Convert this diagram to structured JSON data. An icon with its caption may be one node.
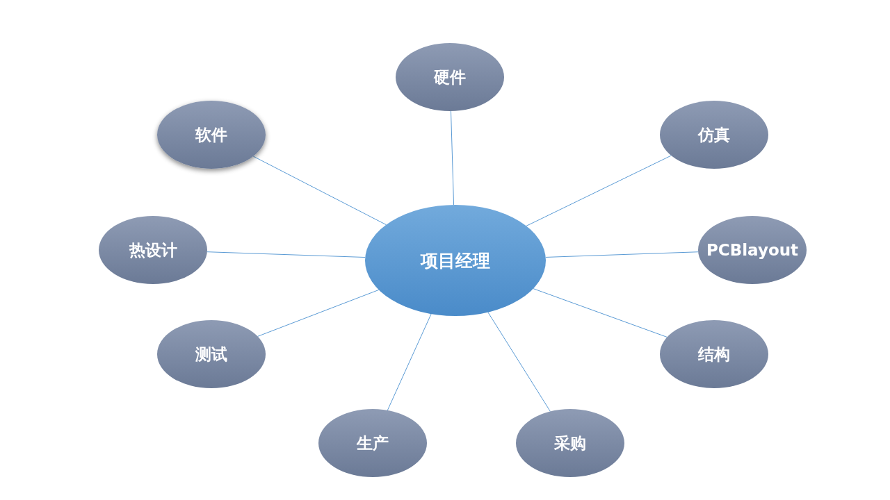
{
  "diagram": {
    "nodes": [
      {
        "text": [
          "项目经理"
        ]
      },
      {
        "text": [
          "硬件"
        ]
      },
      {
        "text": [
          "软件"
        ]
      },
      {
        "text": [
          "仿真"
        ]
      },
      {
        "text": [
          "热设计"
        ]
      },
      {
        "text": [
          "PCBlayout"
        ]
      },
      {
        "text": [
          "测试"
        ]
      },
      {
        "text": [
          "结构"
        ]
      },
      {
        "text": [
          "生产"
        ]
      },
      {
        "text": [
          "采购"
        ]
      }
    ],
    "edges": [
      {
        "from": 0,
        "to": 1,
        "arrow": "none"
      },
      {
        "from": 0,
        "to": 2,
        "arrow": "none"
      },
      {
        "from": 0,
        "to": 3,
        "arrow": "none"
      },
      {
        "from": 0,
        "to": 4,
        "arrow": "none"
      },
      {
        "from": 0,
        "to": 5,
        "arrow": "none"
      },
      {
        "from": 0,
        "to": 6,
        "arrow": "none"
      },
      {
        "from": 0,
        "to": 7,
        "arrow": "none"
      },
      {
        "from": 0,
        "to": 8,
        "arrow": "none"
      },
      {
        "from": 0,
        "to": 9,
        "arrow": "none"
      }
    ]
  }
}
